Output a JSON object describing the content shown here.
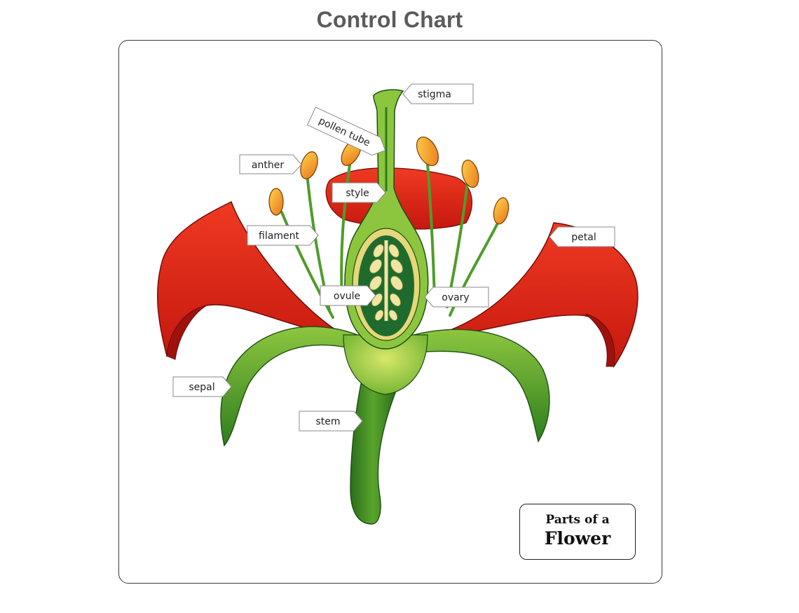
{
  "header": {
    "title": "Control Chart"
  },
  "diagram": {
    "labels": {
      "stigma": "stigma",
      "pollen_tube": "pollen tube",
      "anther": "anther",
      "style": "style",
      "filament": "filament",
      "petal": "petal",
      "ovule": "ovule",
      "ovary": "ovary",
      "sepal": "sepal",
      "stem": "stem"
    },
    "badge": {
      "line1": "Parts of a",
      "line2": "Flower"
    },
    "colors": {
      "petal": "#e0261b",
      "petal_dark": "#a9130d",
      "sepal": "#3f8f24",
      "stem": "#2f7a1c",
      "anther": "#f29b1f",
      "ovary_inner": "#1f6b2e",
      "ovule": "#efe6a3"
    }
  }
}
